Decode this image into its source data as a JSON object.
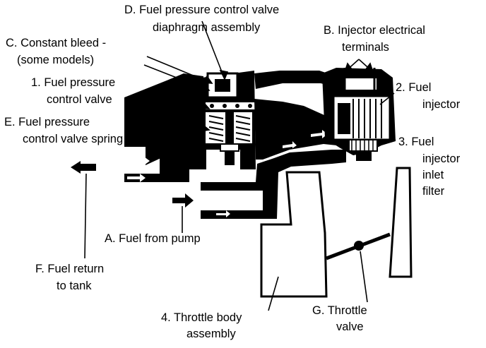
{
  "labels": {
    "d": [
      "D. Fuel pressure control valve",
      "diaphragm assembly"
    ],
    "b": [
      "B. Injector electrical",
      "terminals"
    ],
    "c": [
      "C. Constant bleed -",
      "(some models)"
    ],
    "one": [
      "1. Fuel pressure",
      "control valve"
    ],
    "two": [
      "2. Fuel",
      "injector"
    ],
    "e": [
      "E. Fuel pressure",
      "control valve spring"
    ],
    "three": [
      "3. Fuel",
      "injector",
      "inlet",
      "filter"
    ],
    "a": [
      "A. Fuel from pump"
    ],
    "f": [
      "F. Fuel return",
      "to tank"
    ],
    "four": [
      "4. Throttle body",
      "assembly"
    ],
    "g": [
      "G. Throttle",
      "valve"
    ]
  }
}
